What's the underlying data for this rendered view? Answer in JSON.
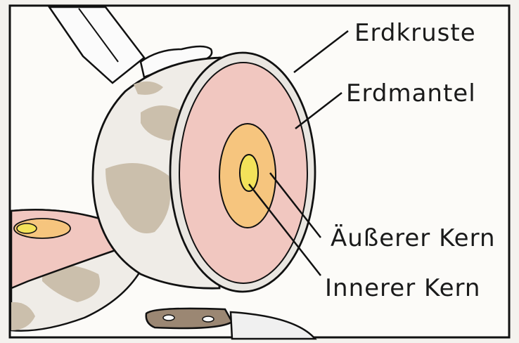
{
  "labels": {
    "crust": "Erdkruste",
    "mantle": "Erdmantel",
    "outer_core": "Äußerer Kern",
    "inner_core": "Innerer Kern"
  },
  "colors": {
    "background": "#f4f2ee",
    "paper": "#fcfbf8",
    "crust_rim": "#e9e6e1",
    "mantle": "#f1c7c0",
    "outer_core": "#f6c57e",
    "inner_core": "#f3e25a",
    "continents": "#cbbfac",
    "knife_handle": "#9b8773"
  }
}
